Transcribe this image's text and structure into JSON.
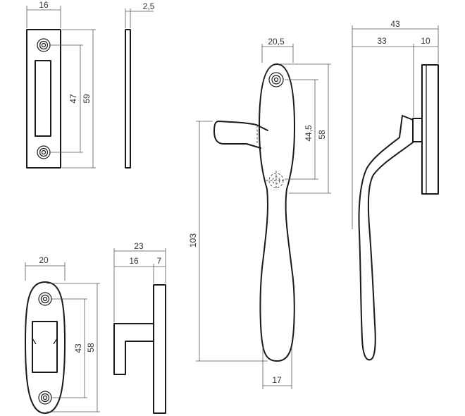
{
  "dimensions": {
    "strike_plate_width": "16",
    "strike_plate_thickness": "2,5",
    "strike_plate_hole_spacing": "47",
    "strike_plate_height": "59",
    "keeper_width": "20",
    "keeper_hole_spacing": "43",
    "keeper_height": "58",
    "keeper_total_depth": "23",
    "keeper_hook_depth": "16",
    "keeper_base_depth": "7",
    "handle_rose_width": "20,5",
    "handle_hole_spacing": "44,5",
    "handle_rose_height": "58",
    "handle_length": "103",
    "handle_grip_width": "17",
    "side_total_depth": "43",
    "side_handle_depth": "33",
    "side_base_depth": "10"
  }
}
